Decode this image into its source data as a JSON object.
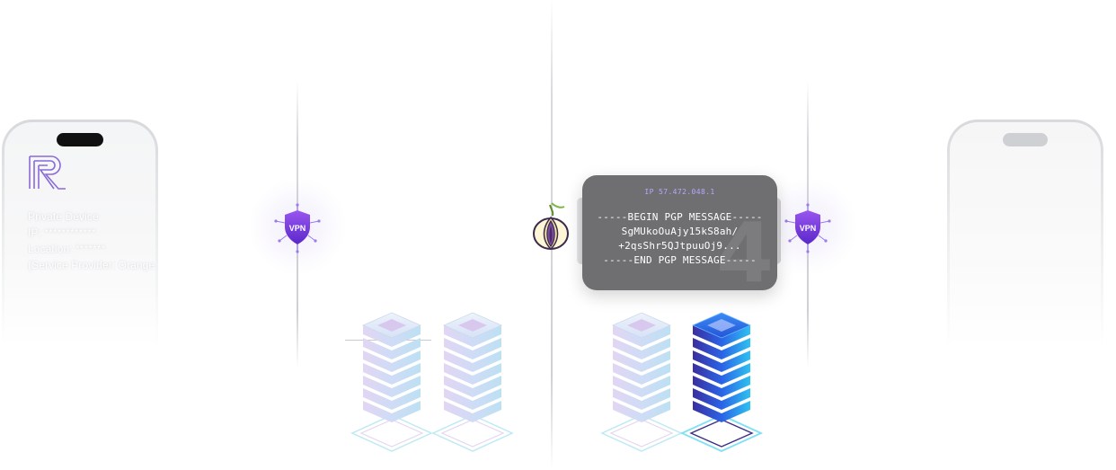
{
  "device": {
    "label": "Private Device",
    "ip": "IP: ************",
    "location": "Location: *******",
    "provider": "(Service Provider: Orange"
  },
  "vpn": {
    "left_label": "VPN",
    "right_label": "VPN"
  },
  "pgp": {
    "ip": "IP 57.472.048.1",
    "lines": [
      "-----BEGIN PGP MESSAGE-----",
      "SgMUkoOuAjy15kS8ah/",
      "+2qsShr5QJtpuuOj9...",
      "-----END PGP MESSAGE-----"
    ],
    "step": "4"
  },
  "colors": {
    "vpn_purple": "#7b3fe4",
    "server_light": "#c9d8f5",
    "server_active": "#2a63e6",
    "card_bg": "#6f6f72",
    "ip_text": "#b7a6ff"
  },
  "icons": [
    "brand-logo-icon",
    "vpn-shield-icon",
    "tor-onion-icon",
    "server-stack-icon"
  ]
}
